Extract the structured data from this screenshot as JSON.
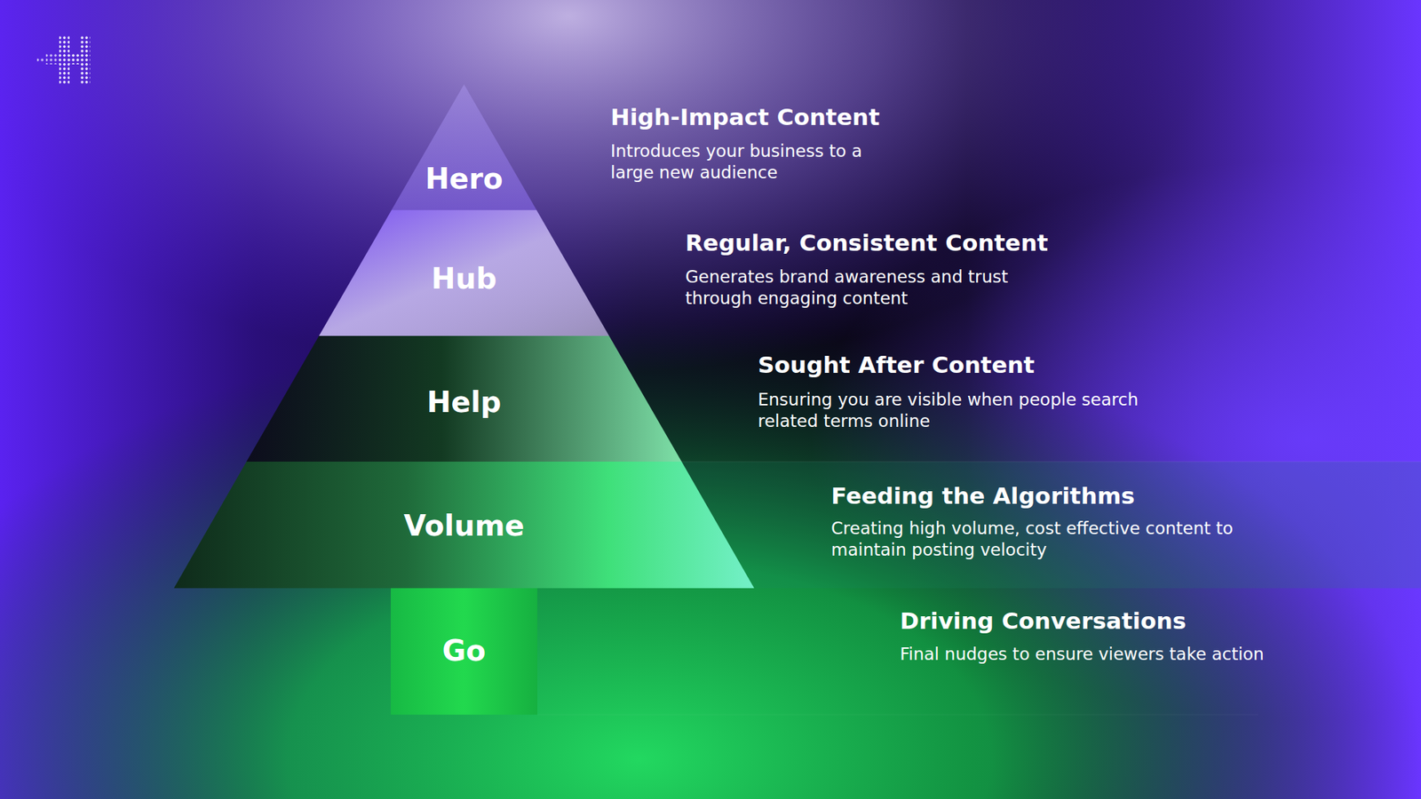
{
  "diagram": {
    "nodes": [
      {
        "text": [
          "Hero"
        ]
      },
      {
        "text": [
          "Hub"
        ]
      },
      {
        "text": [
          "Help"
        ]
      },
      {
        "text": [
          "Volume"
        ]
      },
      {
        "text": [
          "Go"
        ]
      }
    ],
    "labels": [
      "High-Impact Content",
      "Introduces your business to a large new audience",
      "Regular, Consistent Content",
      "Generates brand awareness and trust through engaging content",
      "Sought After Content",
      "Ensuring you are visible when people search related terms online",
      "Feeding the Algorithms",
      "Creating high volume, cost effective content to maintain posting velocity",
      "Driving Conversations",
      "Final nudges to ensure viewers take action"
    ]
  }
}
